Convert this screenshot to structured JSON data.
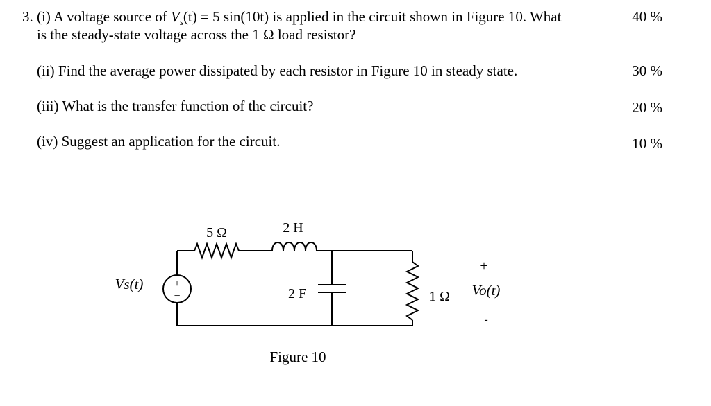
{
  "questions": [
    {
      "number": "3.",
      "line1_prefix": "(i) A voltage source of ",
      "line1_math": "V",
      "line1_sub": "s",
      "line1_rest": "(t) = 5 sin(10t) is applied in the circuit shown in Figure 10.  What",
      "line2": "is the steady-state voltage across the 1 Ω load resistor?",
      "weight": "40 %"
    },
    {
      "text": "(ii) Find the average power dissipated by each resistor in Figure 10 in steady state.",
      "weight": "30 %"
    },
    {
      "text": "(iii) What is the transfer function of the circuit?",
      "weight": "20 %"
    },
    {
      "text": "(iv) Suggest an application for the circuit.",
      "weight": "10 %"
    }
  ],
  "figure": {
    "caption": "Figure 10",
    "source_label": "Vs(t)",
    "source_plus": "+",
    "source_minus": "−",
    "resistor_series": "5 Ω",
    "inductor": "2 H",
    "capacitor": "2 F",
    "load_resistor": "1 Ω",
    "output_label": "Vo(t)",
    "output_plus": "+",
    "output_minus": "-"
  }
}
